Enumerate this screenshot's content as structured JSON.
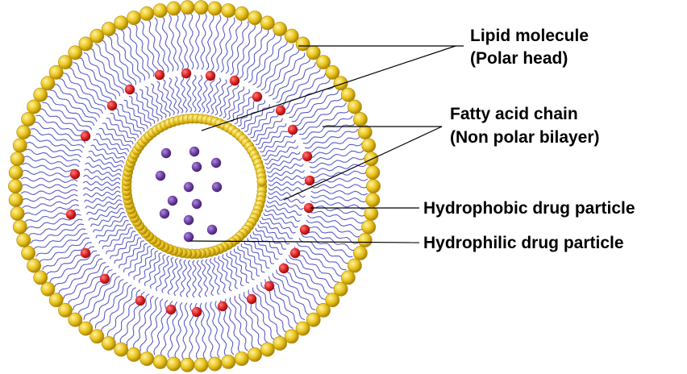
{
  "labels": {
    "lipid_line1": "Lipid molecule",
    "lipid_line2": "(Polar head)",
    "fatty_line1": "Fatty acid chain",
    "fatty_line2": "(Non polar bilayer)",
    "hydrophobic": "Hydrophobic drug particle",
    "hydrophilic": "Hydrophilic drug particle"
  },
  "colors": {
    "polar_head": "#e8c21a",
    "polar_head_dark": "#b08c08",
    "fatty_chain": "#5c5cc8",
    "hydrophobic_particle": "#d81e1e",
    "hydrophilic_particle": "#6a3aa0",
    "leader_line": "#000000"
  }
}
